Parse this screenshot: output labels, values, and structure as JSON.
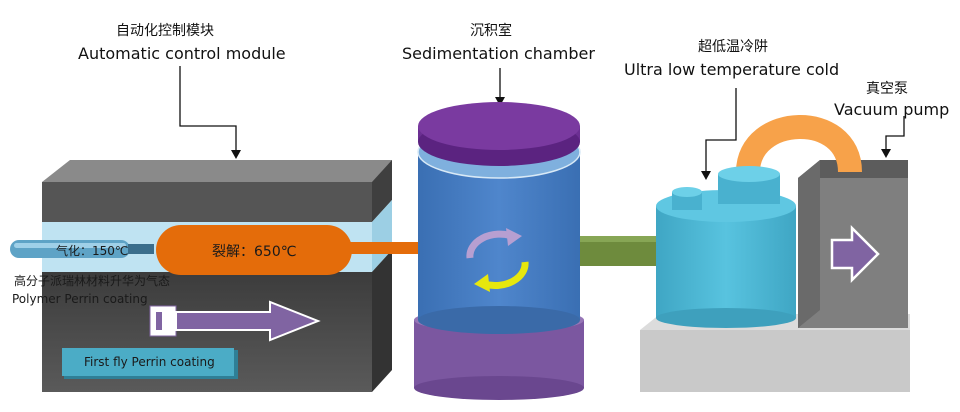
{
  "labels": {
    "control_zh": "自动化控制模块",
    "control_en": "Automatic control module",
    "chamber_zh": "沉积室",
    "chamber_en": "Sedimentation chamber",
    "cold_zh": "超低温冷阱",
    "cold_en": "Ultra low temperature cold",
    "pump_zh": "真空泵",
    "pump_en": "Vacuum pump",
    "vaporize": "气化：150℃",
    "pyrolysis": "裂解：650℃",
    "sublimate_zh": "高分子派瑞林材料升华为气态",
    "sublimate_en": "Polymer Perrin coating",
    "first_fly": "First fly Perrin coating"
  },
  "colors": {
    "furnace_dark": "#4f4f4f",
    "furnace_top": "#6e6e6e",
    "glass": "#bfe3f2",
    "pyrolysis_orange": "#e46c0a",
    "chamber_blue": "#3e78bf",
    "chamber_purple": "#7a3aa0",
    "chamber_base": "#8d63a8",
    "cold_trap": "#4ab4d2",
    "connector_green": "#6e8b3d",
    "hose_orange": "#f7a24a",
    "pump_gray": "#7f7f7f",
    "stand_gray": "#c9c9c9",
    "arrow_purple": "#8064a2",
    "arrow_yellow": "#f2f200",
    "badge_blue": "#4bacc6"
  }
}
